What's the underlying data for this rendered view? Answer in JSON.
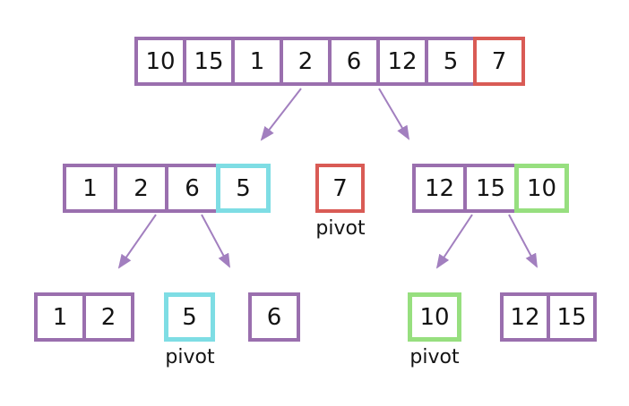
{
  "diagram": {
    "kind": "quicksort-recursion-tree",
    "background": "#ffffff"
  },
  "colors": {
    "array_border": "#9A6FAE",
    "arrow": "#A27FBF",
    "pivot_red": "#D95B55",
    "pivot_cyan": "#7EDDE4",
    "pivot_green": "#97DF7F",
    "text": "#141414"
  },
  "arrays": {
    "root": {
      "values": [
        "10",
        "15",
        "1",
        "2",
        "6",
        "12",
        "5",
        "7"
      ],
      "pivot_index": 7,
      "pivot_color": "red"
    },
    "left_sub": {
      "values": [
        "1",
        "2",
        "6",
        "5"
      ],
      "pivot_index": 3,
      "pivot_color": "cyan"
    },
    "mid_pivot": {
      "values": [
        "7"
      ],
      "pivot_index": 0,
      "pivot_color": "red",
      "label": "pivot"
    },
    "right_sub": {
      "values": [
        "12",
        "15",
        "10"
      ],
      "pivot_index": 2,
      "pivot_color": "green"
    },
    "bottom_left_pair": {
      "values": [
        "1",
        "2"
      ]
    },
    "bottom_pivot_5": {
      "values": [
        "5"
      ],
      "pivot_index": 0,
      "pivot_color": "cyan",
      "label": "pivot"
    },
    "bottom_single_6": {
      "values": [
        "6"
      ]
    },
    "bottom_pivot_10": {
      "values": [
        "10"
      ],
      "pivot_index": 0,
      "pivot_color": "green",
      "label": "pivot"
    },
    "bottom_right_pair": {
      "values": [
        "12",
        "15"
      ]
    }
  },
  "connections": [
    {
      "from": "root",
      "to": "left_sub"
    },
    {
      "from": "root",
      "to": "right_sub"
    },
    {
      "from": "left_sub",
      "to": "bottom_left_pair"
    },
    {
      "from": "left_sub",
      "to": "bottom_single_6"
    },
    {
      "from": "right_sub",
      "to": "bottom_pivot_10"
    },
    {
      "from": "right_sub",
      "to": "bottom_right_pair"
    }
  ]
}
